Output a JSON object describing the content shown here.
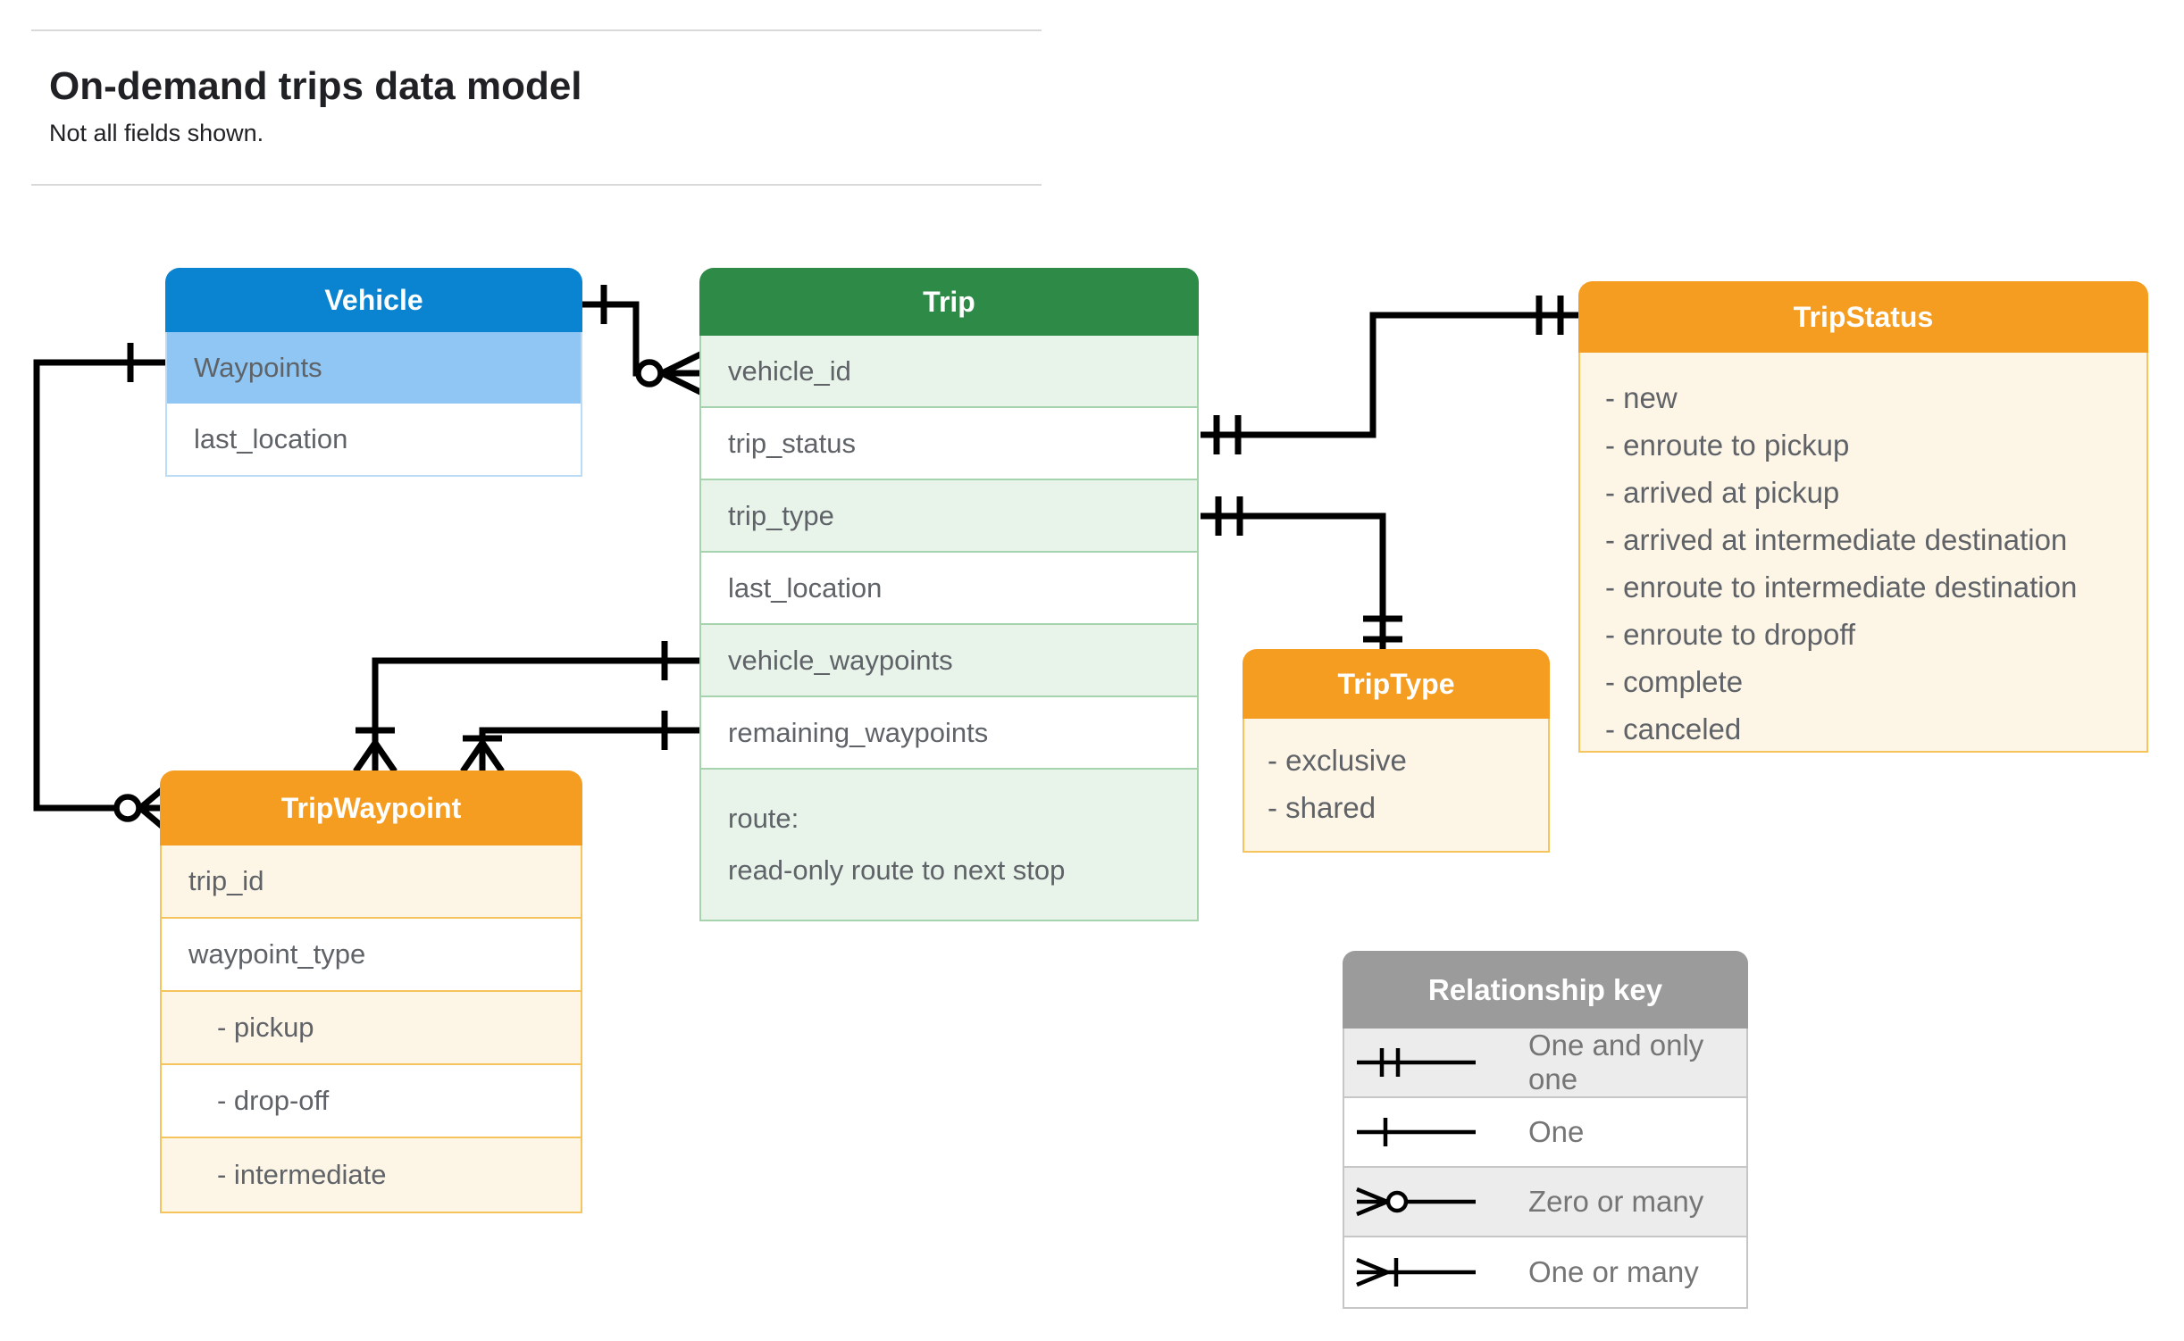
{
  "page": {
    "title": "On-demand trips data model",
    "subtitle": "Not all fields shown."
  },
  "entities": {
    "vehicle": {
      "title": "Vehicle",
      "rows": [
        "Waypoints",
        "last_location"
      ]
    },
    "trip": {
      "title": "Trip",
      "rows": [
        "vehicle_id",
        "trip_status",
        "trip_type",
        "last_location",
        "vehicle_waypoints",
        "remaining_waypoints"
      ],
      "route": {
        "line1": "route:",
        "line2": "read-only route to next stop"
      }
    },
    "trip_status": {
      "title": "TripStatus",
      "items": [
        "- new",
        "- enroute to pickup",
        "- arrived at pickup",
        "- arrived at intermediate destination",
        "- enroute to intermediate destination",
        "- enroute to dropoff",
        "- complete",
        "- canceled"
      ]
    },
    "trip_waypoint": {
      "title": "TripWaypoint",
      "rows": [
        "trip_id",
        "waypoint_type",
        "- pickup",
        "- drop-off",
        "- intermediate"
      ]
    },
    "trip_type": {
      "title": "TripType",
      "items": [
        "- exclusive",
        "- shared"
      ]
    }
  },
  "legend": {
    "title": "Relationship key",
    "items": [
      {
        "symbol": "one-and-only-one",
        "label": "One and only one"
      },
      {
        "symbol": "one",
        "label": "One"
      },
      {
        "symbol": "zero-or-many",
        "label": "Zero or many"
      },
      {
        "symbol": "one-or-many",
        "label": "One or many"
      }
    ]
  },
  "relationships": [
    {
      "from": "Vehicle",
      "to": "Trip.vehicle_id",
      "from_cardinality": "one",
      "to_cardinality": "zero or many"
    },
    {
      "from": "Vehicle.Waypoints",
      "to": "TripWaypoint",
      "from_cardinality": "one",
      "to_cardinality": "zero or many"
    },
    {
      "from": "Trip.trip_status",
      "to": "TripStatus",
      "from_cardinality": "one and only one",
      "to_cardinality": "one and only one"
    },
    {
      "from": "Trip.trip_type",
      "to": "TripType",
      "from_cardinality": "one and only one",
      "to_cardinality": "one and only one"
    },
    {
      "from": "Trip.vehicle_waypoints",
      "to": "TripWaypoint",
      "from_cardinality": "one",
      "to_cardinality": "one or many"
    },
    {
      "from": "Trip.remaining_waypoints",
      "to": "TripWaypoint",
      "from_cardinality": "one",
      "to_cardinality": "one or many"
    }
  ],
  "colors": {
    "vehicle_header": "#0a84d0",
    "vehicle_highlight": "#8fc6f3",
    "trip_header": "#2e8b47",
    "trip_row_alt": "#e8f3ea",
    "orange_header": "#f59d20",
    "orange_row_alt": "#fdf5e6",
    "legend_header": "#9b9b9b",
    "legend_row_alt": "#ececec",
    "row_text": "#5f6368",
    "line": "#000000"
  }
}
